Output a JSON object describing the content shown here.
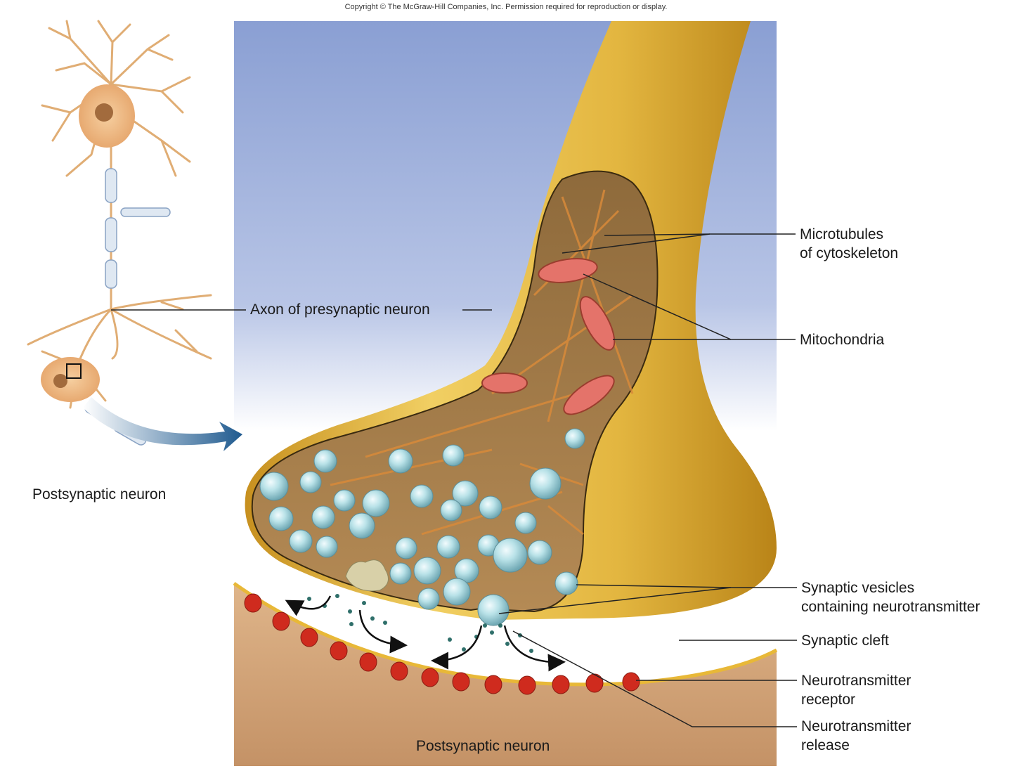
{
  "copyright": "Copyright © The McGraw-Hill Companies, Inc. Permission required for reproduction or display.",
  "labels": {
    "axon": "Axon of presynaptic neuron",
    "postsynaptic_left": "Postsynaptic neuron",
    "microtubules_line1": "Microtubules",
    "microtubules_line2": "of cytoskeleton",
    "mitochondria": "Mitochondria",
    "vesicles_line1": "Synaptic vesicles",
    "vesicles_line2": "containing neurotransmitter",
    "cleft": "Synaptic cleft",
    "receptor_line1": "Neurotransmitter",
    "receptor_line2": "receptor",
    "release_line1": "Neurotransmitter",
    "release_line2": "release",
    "postsynaptic_bottom": "Postsynaptic neuron"
  },
  "colors": {
    "sky_top": "#8fa3d6",
    "axon_gold": "#e2b53f",
    "cytoplasm": "#a07a47",
    "postsynaptic": "#c99a6a",
    "receptor": "#d2281c",
    "vesicle": "#9fd3dc",
    "arrow_blue": "#1f5a8f"
  }
}
